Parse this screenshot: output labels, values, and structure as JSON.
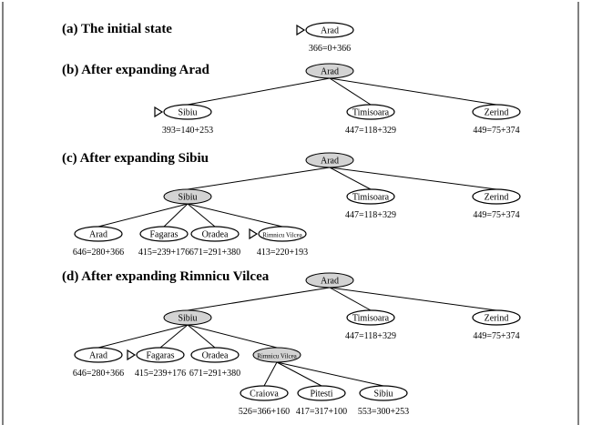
{
  "sections": [
    {
      "title": "(a) The initial state",
      "nodes": [
        {
          "id": "a-arad",
          "label": "Arad",
          "value": "366=0+366",
          "state": "frontier",
          "marker": true
        }
      ],
      "edges": []
    },
    {
      "title": "(b) After expanding Arad",
      "nodes": [
        {
          "id": "b-arad",
          "label": "Arad",
          "value": "",
          "state": "expanded"
        },
        {
          "id": "b-sibiu",
          "label": "Sibiu",
          "value": "393=140+253",
          "state": "frontier",
          "marker": true
        },
        {
          "id": "b-timisoara",
          "label": "Timisoara",
          "value": "447=118+329",
          "state": "frontier"
        },
        {
          "id": "b-zerind",
          "label": "Zerind",
          "value": "449=75+374",
          "state": "frontier"
        }
      ],
      "edges": [
        [
          "b-arad",
          "b-sibiu"
        ],
        [
          "b-arad",
          "b-timisoara"
        ],
        [
          "b-arad",
          "b-zerind"
        ]
      ]
    },
    {
      "title": "(c) After expanding Sibiu",
      "nodes": [
        {
          "id": "c-arad",
          "label": "Arad",
          "value": "",
          "state": "expanded"
        },
        {
          "id": "c-sibiu",
          "label": "Sibiu",
          "value": "",
          "state": "expanded"
        },
        {
          "id": "c-timisoara",
          "label": "Timisoara",
          "value": "447=118+329",
          "state": "frontier"
        },
        {
          "id": "c-zerind",
          "label": "Zerind",
          "value": "449=75+374",
          "state": "frontier"
        },
        {
          "id": "c-arad2",
          "label": "Arad",
          "value": "646=280+366",
          "state": "frontier"
        },
        {
          "id": "c-fagaras",
          "label": "Fagaras",
          "value": "415=239+176",
          "state": "frontier"
        },
        {
          "id": "c-oradea",
          "label": "Oradea",
          "value": "671=291+380",
          "state": "frontier"
        },
        {
          "id": "c-rimnicu",
          "label": "Rimnicu Vilcea",
          "value": "413=220+193",
          "state": "frontier",
          "marker": true
        }
      ],
      "edges": [
        [
          "c-arad",
          "c-sibiu"
        ],
        [
          "c-arad",
          "c-timisoara"
        ],
        [
          "c-arad",
          "c-zerind"
        ],
        [
          "c-sibiu",
          "c-arad2"
        ],
        [
          "c-sibiu",
          "c-fagaras"
        ],
        [
          "c-sibiu",
          "c-oradea"
        ],
        [
          "c-sibiu",
          "c-rimnicu"
        ]
      ]
    },
    {
      "title": "(d) After expanding Rimnicu Vilcea",
      "nodes": [
        {
          "id": "d-arad",
          "label": "Arad",
          "value": "",
          "state": "expanded"
        },
        {
          "id": "d-sibiu",
          "label": "Sibiu",
          "value": "",
          "state": "expanded"
        },
        {
          "id": "d-timisoara",
          "label": "Timisoara",
          "value": "447=118+329",
          "state": "frontier"
        },
        {
          "id": "d-zerind",
          "label": "Zerind",
          "value": "449=75+374",
          "state": "frontier"
        },
        {
          "id": "d-arad2",
          "label": "Arad",
          "value": "646=280+366",
          "state": "frontier"
        },
        {
          "id": "d-fagaras",
          "label": "Fagaras",
          "value": "415=239+176",
          "state": "frontier",
          "marker": true
        },
        {
          "id": "d-oradea",
          "label": "Oradea",
          "value": "671=291+380",
          "state": "frontier"
        },
        {
          "id": "d-rimnicu",
          "label": "Rimnicu Vilcea",
          "value": "",
          "state": "expanded"
        },
        {
          "id": "d-craiova",
          "label": "Craiova",
          "value": "526=366+160",
          "state": "frontier"
        },
        {
          "id": "d-pitesti",
          "label": "Pitesti",
          "value": "417=317+100",
          "state": "frontier"
        },
        {
          "id": "d-sibiu2",
          "label": "Sibiu",
          "value": "553=300+253",
          "state": "frontier"
        }
      ],
      "edges": [
        [
          "d-arad",
          "d-sibiu"
        ],
        [
          "d-arad",
          "d-timisoara"
        ],
        [
          "d-arad",
          "d-zerind"
        ],
        [
          "d-sibiu",
          "d-arad2"
        ],
        [
          "d-sibiu",
          "d-fagaras"
        ],
        [
          "d-sibiu",
          "d-oradea"
        ],
        [
          "d-sibiu",
          "d-rimnicu"
        ],
        [
          "d-rimnicu",
          "d-craiova"
        ],
        [
          "d-rimnicu",
          "d-pitesti"
        ],
        [
          "d-rimnicu",
          "d-sibiu2"
        ]
      ]
    }
  ]
}
